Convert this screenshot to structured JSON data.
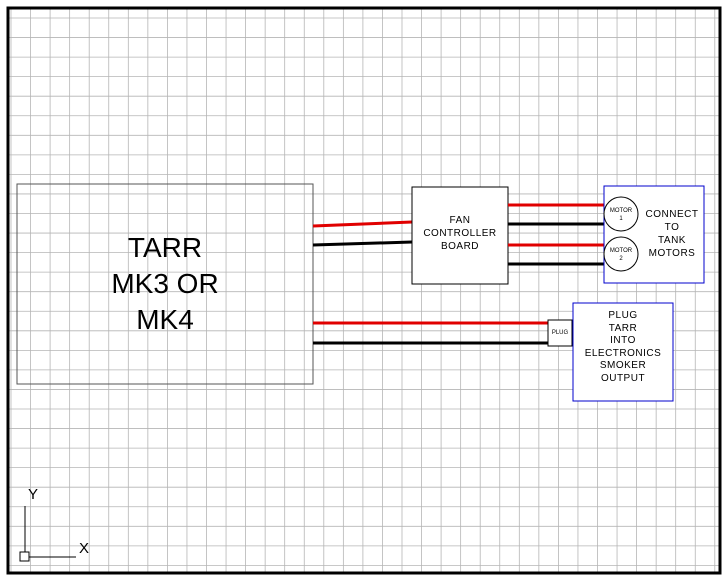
{
  "main_box": {
    "lines": [
      "TARR",
      "MK3 OR",
      "MK4"
    ]
  },
  "controller": {
    "lines": [
      "FAN",
      "CONTROLLER",
      "BOARD"
    ]
  },
  "motors": [
    {
      "lines": [
        "MOTOR",
        "1"
      ]
    },
    {
      "lines": [
        "MOTOR",
        "2"
      ]
    }
  ],
  "tank_box": {
    "lines": [
      "CONNECT",
      "TO",
      "TANK",
      "MOTORS"
    ]
  },
  "plug": {
    "label": "PLUG"
  },
  "smoker_box": {
    "lines": [
      "PLUG",
      "TARR",
      "INTO",
      "ELECTRONICS",
      "SMOKER",
      "OUTPUT"
    ]
  },
  "ucs": {
    "y_label": "Y",
    "x_label": "X"
  },
  "colors": {
    "wire_positive": "#e00000",
    "wire_negative": "#000000",
    "accent_box": "#0000cc",
    "grid": "#b5b5b5"
  }
}
